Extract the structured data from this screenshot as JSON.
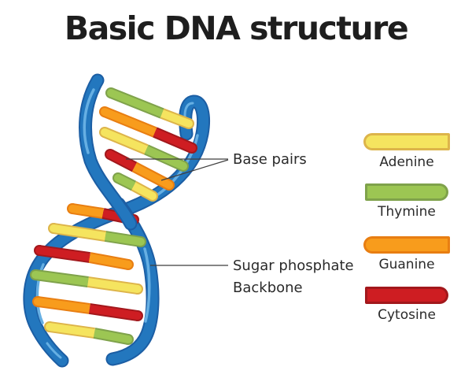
{
  "title": "Basic DNA structure",
  "annotations": {
    "base_pairs_label": "Base pairs",
    "backbone_label_line1": "Sugar phosphate",
    "backbone_label_line2": "Backbone",
    "line_color": "#3F3F3F"
  },
  "legend": {
    "items": [
      {
        "base": "adenine",
        "label": "Adenine",
        "rounded_end": "left"
      },
      {
        "base": "thymine",
        "label": "Thymine",
        "rounded_end": "right"
      },
      {
        "base": "guanine",
        "label": "Guanine",
        "rounded_end": "left"
      },
      {
        "base": "cytosine",
        "label": "Cytosine",
        "rounded_end": "right"
      }
    ]
  },
  "helix": {
    "strand_fill": "#2377BE",
    "strand_outline": "#1C5EA4",
    "strand_highlight": "#66AFE3",
    "base_styles": {
      "adenine": {
        "fill": "#F5E45F",
        "border": "#DDB44A"
      },
      "thymine": {
        "fill": "#9CC653",
        "border": "#7FA24B"
      },
      "guanine": {
        "fill": "#F89C1C",
        "border": "#E87E12"
      },
      "cytosine": {
        "fill": "#CE1D22",
        "border": "#A2181C"
      }
    },
    "rungs": [
      {
        "bases": [
          "thymine",
          "adenine"
        ],
        "pts": [
          141,
          118,
          206,
          144,
          240,
          157
        ]
      },
      {
        "bases": [
          "guanine",
          "cytosine"
        ],
        "pts": [
          133,
          142,
          197,
          168,
          244,
          188
        ]
      },
      {
        "bases": [
          "adenine",
          "thymine"
        ],
        "pts": [
          133,
          168,
          186,
          190,
          233,
          211
        ]
      },
      {
        "bases": [
          "cytosine",
          "guanine"
        ],
        "pts": [
          140,
          196,
          171,
          212,
          215,
          235
        ]
      },
      {
        "bases": [
          "thymine",
          "adenine"
        ],
        "pts": [
          150,
          226,
          170,
          236,
          194,
          249
        ]
      },
      {
        "bases": [
          "guanine",
          "cytosine"
        ],
        "pts": [
          92,
          265,
          131,
          271,
          170,
          279
        ]
      },
      {
        "bases": [
          "adenine",
          "thymine"
        ],
        "pts": [
          68,
          290,
          134,
          300,
          179,
          307
        ]
      },
      {
        "bases": [
          "cytosine",
          "guanine"
        ],
        "pts": [
          50,
          318,
          114,
          327,
          163,
          336
        ]
      },
      {
        "bases": [
          "thymine",
          "adenine"
        ],
        "pts": [
          45,
          349,
          112,
          358,
          175,
          367
        ]
      },
      {
        "bases": [
          "guanine",
          "cytosine"
        ],
        "pts": [
          48,
          383,
          114,
          392,
          175,
          401
        ]
      },
      {
        "bases": [
          "adenine",
          "thymine"
        ],
        "pts": [
          63,
          415,
          120,
          423,
          163,
          431
        ]
      }
    ]
  }
}
